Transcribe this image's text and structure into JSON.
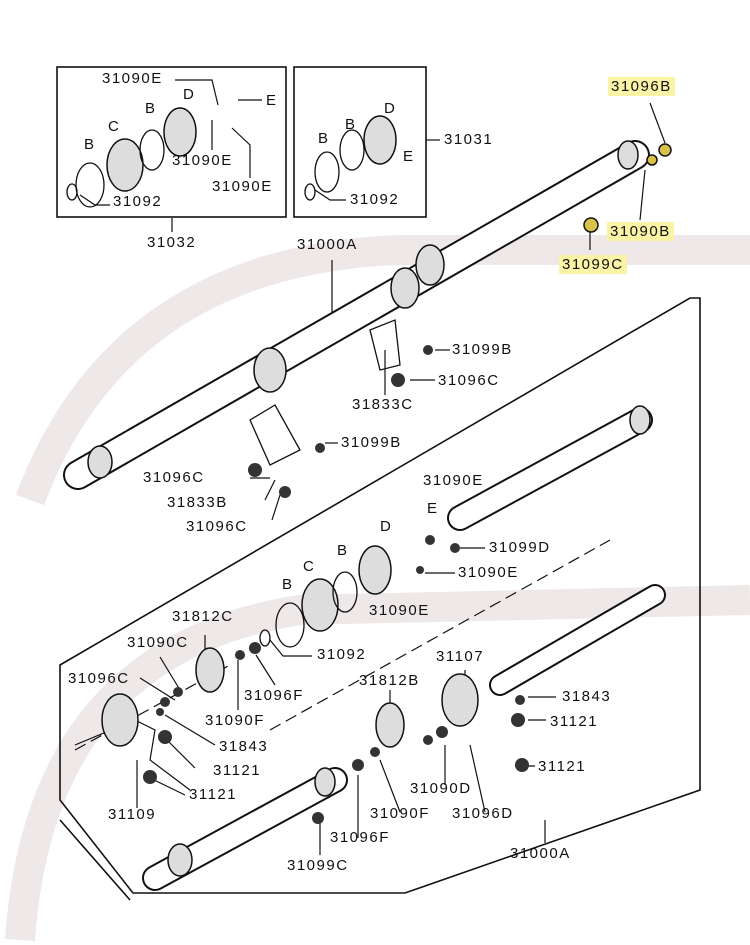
{
  "colors": {
    "highlight": "#fbf3a6",
    "line": "#111111",
    "watermark": "#f3eeee"
  },
  "labels": [
    "31090E",
    "E",
    "D",
    "B",
    "C",
    "B",
    "31090E",
    "31090E",
    "31092",
    "31032",
    "D",
    "B",
    "B",
    "E",
    "31031",
    "31092",
    "31096B",
    "31090B",
    "31099C",
    "31000A",
    "31099B",
    "31096C",
    "31833C",
    "31099B",
    "31096C",
    "31833B",
    "31096C",
    "31090E",
    "E",
    "D",
    "31099D",
    "31090E",
    "C",
    "B",
    "B",
    "31090E",
    "31812C",
    "31090C",
    "31092",
    "31107",
    "31096C",
    "31812B",
    "31096F",
    "31843",
    "31121",
    "31090F",
    "31843",
    "31121",
    "31121",
    "31121",
    "31109",
    "31090D",
    "31090F",
    "31096D",
    "31096F",
    "31000A",
    "31099C"
  ],
  "highlighted_parts": [
    "31096B",
    "31090B",
    "31099C"
  ]
}
